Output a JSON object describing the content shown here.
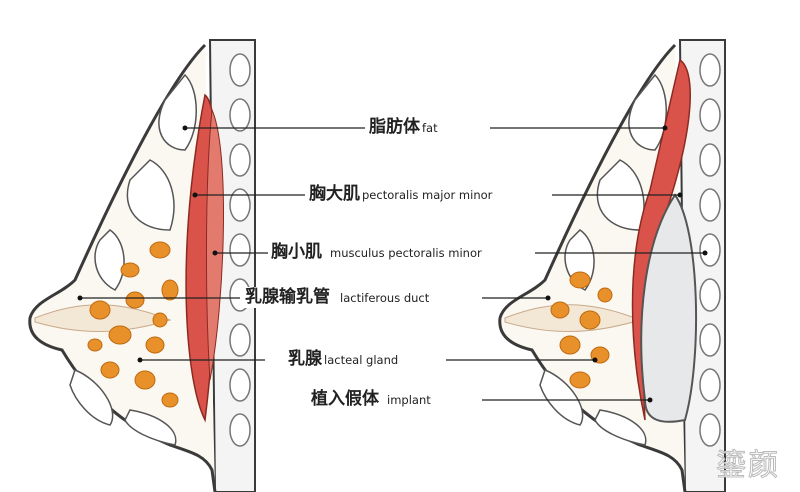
{
  "labels": [
    {
      "zh": "脂肪体",
      "en": "fat"
    },
    {
      "zh": "胸大肌",
      "en": "pectoralis major minor"
    },
    {
      "zh": "胸小肌",
      "en": "musculus pectoralis minor"
    },
    {
      "zh": "乳腺输乳管",
      "en": "lactiferous duct"
    },
    {
      "zh": "乳腺",
      "en": "lacteal gland"
    },
    {
      "zh": "植入假体",
      "en": "implant"
    }
  ],
  "watermark": "鎏颜",
  "colors": {
    "muscle": "#d9534a",
    "fat": "#e8902a",
    "implant": "#e6e8ea",
    "outline": "#3a3a3a"
  }
}
